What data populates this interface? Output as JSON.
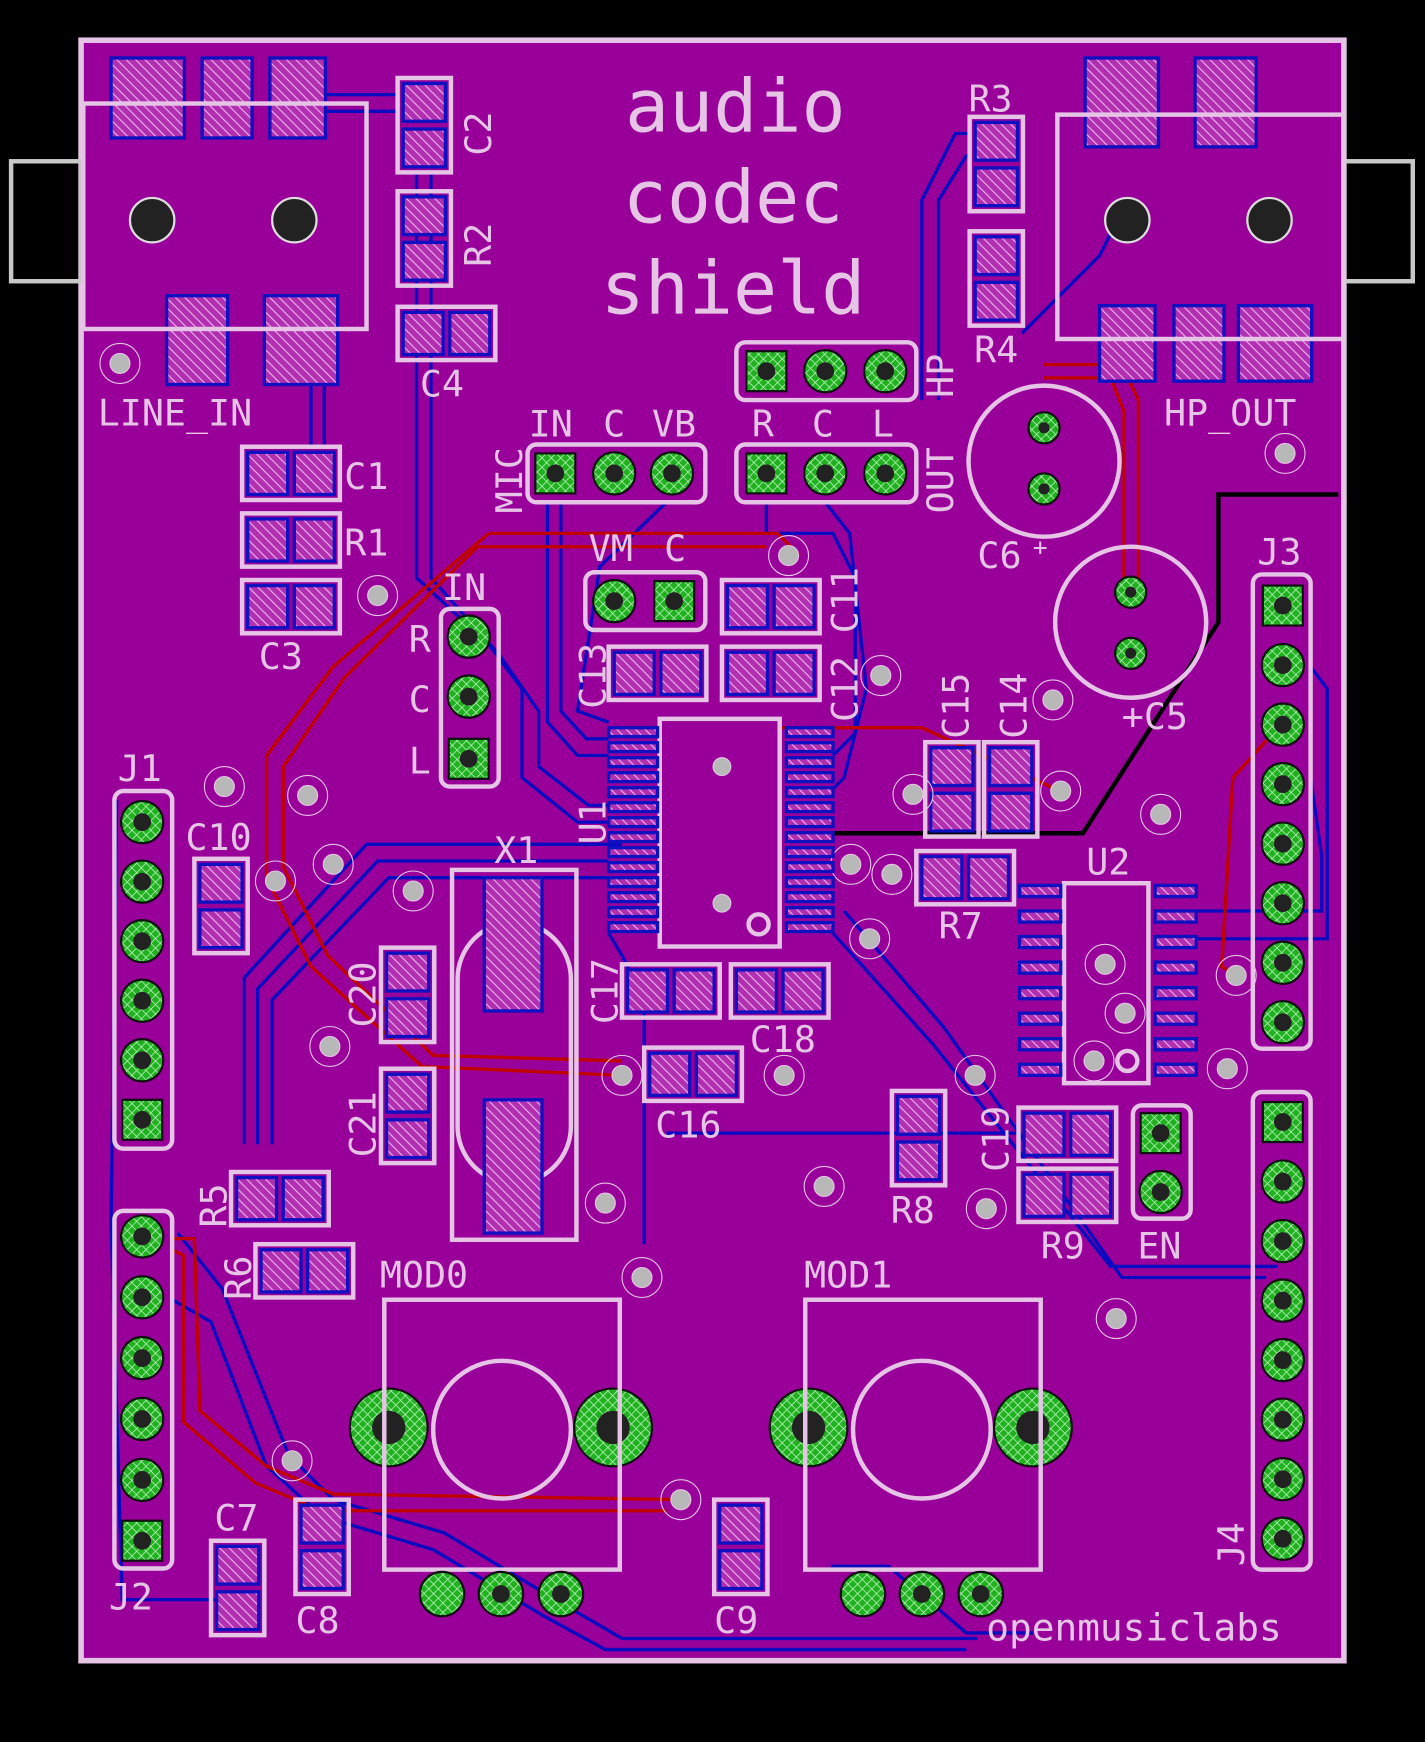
{
  "board": {
    "title_lines": [
      "audio",
      "codec",
      "shield"
    ],
    "credit": "openmusiclabs",
    "colors": {
      "board": "#990099",
      "silkscreen": "#e6c4e6",
      "bottom_copper": "#0a0ac0",
      "top_copper": "#c00000",
      "pads": "#22bb22"
    }
  },
  "labels": {
    "c2": "C2",
    "r2": "R2",
    "c4": "C4",
    "line_in": "LINE_IN",
    "c1": "C1",
    "r1": "R1",
    "c3": "C3",
    "mic": "MIC",
    "mic_in": "IN",
    "mic_c": "C",
    "mic_vb": "VB",
    "out_r": "R",
    "out_c": "C",
    "out_l": "L",
    "out": "OUT",
    "hp": "HP",
    "r3": "R3",
    "r4": "R4",
    "hp_out": "HP_OUT",
    "c6": "C6",
    "c6_plus": "+",
    "c5": "+C5",
    "j3": "J3",
    "vm": "VM",
    "vm_c": "C",
    "c11": "C11",
    "c12": "C12",
    "c13": "C13",
    "in": "IN",
    "in_r": "R",
    "in_c": "C",
    "in_l": "L",
    "c15": "C15",
    "c14": "C14",
    "u1": "U1",
    "j1": "J1",
    "c10": "C10",
    "x1": "X1",
    "r7": "R7",
    "u2": "U2",
    "c20": "C20",
    "c17": "C17",
    "c18": "C18",
    "c21": "C21",
    "c16": "C16",
    "c19": "C19",
    "r8": "R8",
    "r9": "R9",
    "en": "EN",
    "r5": "R5",
    "r6": "R6",
    "mod0": "MOD0",
    "mod1": "MOD1",
    "j2": "J2",
    "c7": "C7",
    "c8": "C8",
    "c9": "C9",
    "j4": "J4"
  }
}
